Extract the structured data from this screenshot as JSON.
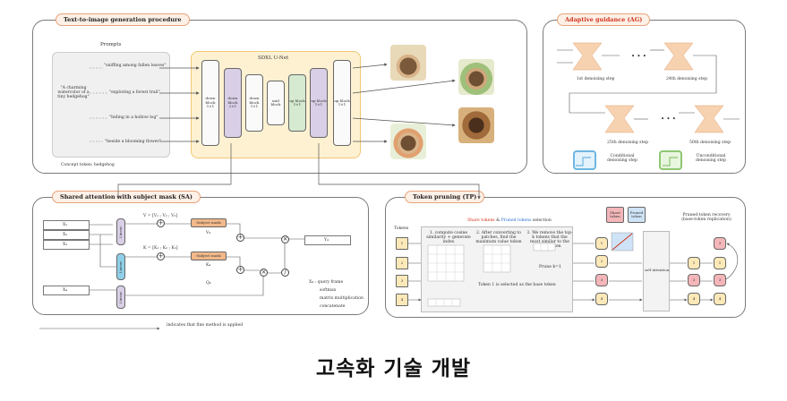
{
  "t2i": {
    "title": "Text-to-image generation procedure",
    "prompts_label": "Prompts",
    "main_prompt": "\"A charming watercolor of a tiny hedgehog\"",
    "sub_prompts": [
      "\"sniffing among fallen leaves\"",
      "\"exploring a forest trail\"",
      "\"hiding in a hollow log\"",
      "\"beside a blooming flower\""
    ],
    "concept_token": "Concept token: hedgehog",
    "unet_label": "SDXL U-Net",
    "blocks": [
      "down block 1×1",
      "down block 2×1",
      "down block 1×1",
      "mid block",
      "up block 1×1",
      "up block 1×1",
      "up block 1×1"
    ]
  },
  "ag": {
    "title": "Adaptive guidance (AG)",
    "steps": [
      "1st denoising step",
      "24th denoising step",
      "25th denoising step",
      "50th denoising step"
    ],
    "dots": "• • •",
    "legend": [
      "Conditional denoising step",
      "Unconditional denoising step"
    ]
  },
  "sa": {
    "title": "Shared attention with subject mask (SA)",
    "x_labels": [
      "X₁",
      "X₂",
      "X₃",
      "X₄"
    ],
    "linear": "Linear",
    "v_eq": "V = [V₁ ; V₂ ; V₃]",
    "k_eq": "K = [K₁ ; K₂ ; K₃]",
    "subject_mask": "Subject mask",
    "v_label": "V₄",
    "k_label": "K₄",
    "q_label": "Q₄",
    "y_label": "Y₄",
    "legend": [
      "X₄ : query frame",
      "softmax",
      "matrix multiplication",
      "concatenate"
    ],
    "arrow_note": "indicates that fine method is applied"
  },
  "tp": {
    "title": "Token pruning (TP)",
    "subtitle_share": "Share tokens",
    "subtitle_and": " & ",
    "subtitle_pruned": "Pruned tokens",
    "subtitle_rest": " selection",
    "tokens_label": "Tokens",
    "token_ids": [
      "1",
      "2",
      "3",
      "4"
    ],
    "steps": [
      "1. compute cosine similarity + generate index",
      "2. After converting to patches, find the maximum value token",
      "3. We remove the top-k tokens that the most similar to the base token"
    ],
    "token_note": "Token 1 is selected as the base token",
    "prune_note": "Prune k=1",
    "legend": [
      "Share token",
      "Pruned token"
    ],
    "recovery": "Pruned-token recovery (base-token replication)",
    "self_attn": "self Attention"
  },
  "caption": "고속화 기술 개발",
  "colors": {
    "tag_border": "#e8a37a",
    "tag_bg": "#fdf0e6",
    "purple": "#d9cfe6",
    "green": "#d5ead0",
    "orange": "#f2b98a",
    "pink": "#f4b6b9",
    "blue": "#8fd0e8",
    "yellow": "#fde9b8"
  }
}
